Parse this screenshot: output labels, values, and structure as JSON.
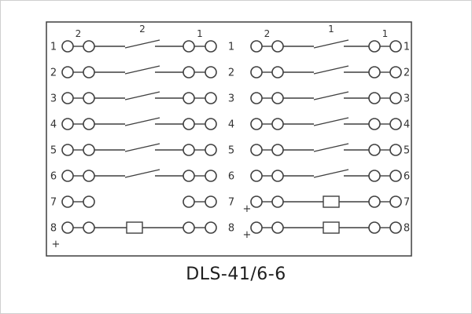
{
  "title": "DLS-41/6-6",
  "plus_sign": "+",
  "colors": {
    "ink": "#3f3f3f",
    "text": "#333333",
    "background": "#ffffff"
  },
  "diagram": {
    "label_columns": [
      {
        "id": "left-edge",
        "labels": [
          "1",
          "2",
          "3",
          "4",
          "5",
          "6",
          "7",
          "8"
        ]
      },
      {
        "id": "center",
        "labels": [
          "1",
          "2",
          "3",
          "4",
          "5",
          "6",
          "7",
          "8"
        ]
      },
      {
        "id": "right-edge",
        "labels": [
          "1",
          "2",
          "3",
          "4",
          "5",
          "6",
          "7",
          "8"
        ]
      }
    ],
    "blocks": [
      {
        "id": "left-block",
        "top_labels": [
          {
            "text": "2",
            "pos": "pair-left"
          },
          {
            "text": "2",
            "pos": "contact"
          },
          {
            "text": "1",
            "pos": "pair-right"
          }
        ],
        "rows": [
          "contact",
          "contact",
          "contact",
          "contact",
          "contact",
          "contact",
          "open",
          "coil"
        ],
        "plus_rows": [
          7
        ]
      },
      {
        "id": "right-block",
        "top_labels": [
          {
            "text": "2",
            "pos": "pair-left"
          },
          {
            "text": "1",
            "pos": "contact"
          },
          {
            "text": "1",
            "pos": "pair-right"
          }
        ],
        "rows": [
          "contact",
          "contact",
          "contact",
          "contact",
          "contact",
          "contact",
          "coil",
          "coil"
        ],
        "plus_rows": [
          6,
          7
        ]
      }
    ]
  }
}
